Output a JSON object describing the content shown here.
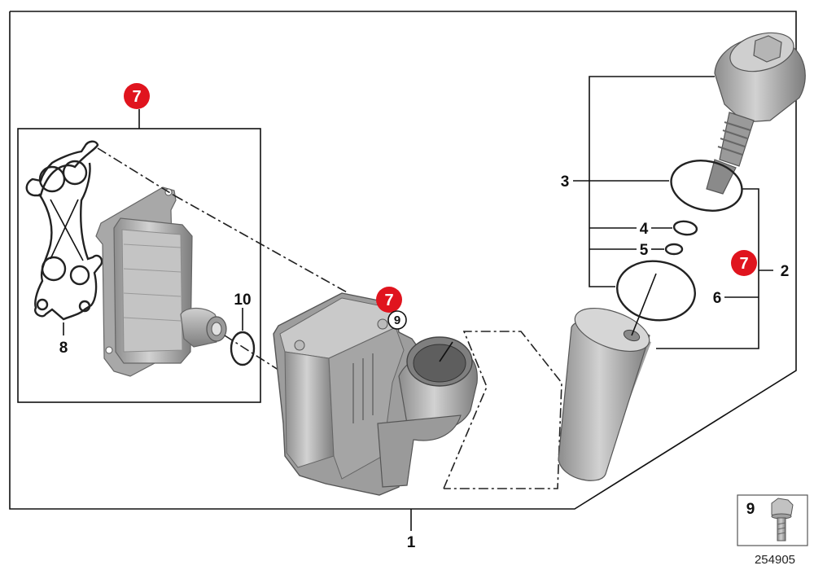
{
  "diagram": {
    "callouts": {
      "main_assembly": "1",
      "filter_group": "2",
      "cap_o_ring": "3",
      "o_ring_small_1": "4",
      "o_ring_small_2": "5",
      "housing_o_ring": "6",
      "repair_kit_badge": "7",
      "gasket": "8",
      "bolt_ref": "9",
      "cooler_o_ring": "10"
    },
    "inset": {
      "label": "9",
      "part": "bolt"
    },
    "document_number": "254905",
    "colors": {
      "badge": "#e0141e",
      "line": "#111111",
      "part_fill": "#b9b9b9",
      "part_dark": "#8a8a8a"
    },
    "icons": [
      "filter-cap-icon",
      "oil-filter-icon",
      "oil-cooler-icon",
      "filter-housing-icon",
      "bolt-icon"
    ]
  }
}
